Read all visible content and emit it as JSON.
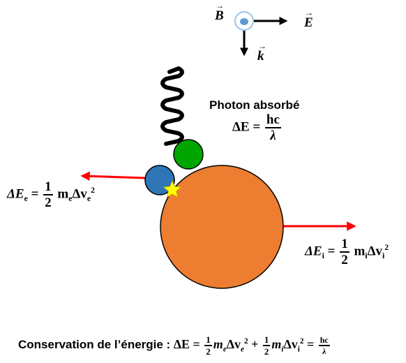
{
  "axes": {
    "b_symbol": "B",
    "e_symbol": "E",
    "k_symbol": "k"
  },
  "photon": {
    "title": "Photon absorbé",
    "delta": "ΔE",
    "equals": "=",
    "num": "hc",
    "den": "λ"
  },
  "electron_energy": {
    "lhs": "ΔE",
    "lhs_sub": "e",
    "equals": "=",
    "num": "1",
    "den": "2",
    "mass": "m",
    "mass_sub": "e",
    "dv": "Δv",
    "dv_sub": "e",
    "exp": "2"
  },
  "ion_energy": {
    "lhs": "ΔE",
    "lhs_sub": "i",
    "equals": "=",
    "num": "1",
    "den": "2",
    "mass": "m",
    "mass_sub": "i",
    "dv": "Δv",
    "dv_sub": "i",
    "exp": "2"
  },
  "conservation": {
    "label": "Conservation de l’énergie :",
    "lhs": "ΔE",
    "equals": "=",
    "half": "1",
    "two": "2",
    "me": "m",
    "me_sub": "e",
    "dve": "Δv",
    "dve_sub": "e",
    "exp": "2",
    "plus": "+",
    "mi": "m",
    "mi_sub": "i",
    "dvi": "Δv",
    "dvi_sub": "i",
    "hc": "hc",
    "lambda": "λ"
  },
  "colors": {
    "ion": "#ED7D31",
    "electron": "#2E75B6",
    "photon_particle": "#00A600",
    "momentum_arrow": "#FF0000",
    "collision_star": "#FFFF00",
    "axis_marker": "#5B9BD5"
  }
}
